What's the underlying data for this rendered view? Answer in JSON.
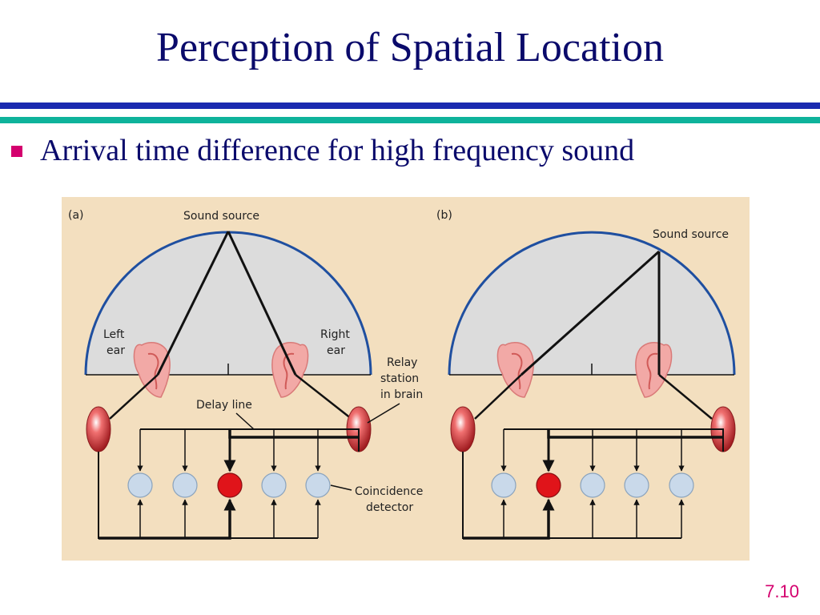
{
  "slide": {
    "title": "Perception of Spatial Location",
    "bullet": "Arrival time difference for high frequency sound",
    "page_number": "7.10"
  },
  "figure": {
    "panel_a": {
      "label": "(a)",
      "sound_source": "Sound source",
      "left_ear_1": "Left",
      "left_ear_2": "ear",
      "right_ear_1": "Right",
      "right_ear_2": "ear",
      "relay_1": "Relay",
      "relay_2": "station",
      "relay_3": "in brain",
      "delay_line": "Delay line",
      "detector_1": "Coincidence",
      "detector_2": "detector",
      "active_detector_index": 2
    },
    "panel_b": {
      "label": "(b)",
      "sound_source": "Sound source",
      "active_detector_index": 1
    },
    "colors": {
      "background": "#f3dfbf",
      "dome_fill": "#dcdcdc",
      "dome_stroke": "#1f4fa0",
      "detector_idle": "#c9d9ea",
      "detector_active": "#e0141a",
      "relay": "#c0282c",
      "ear": "#f2a9a6",
      "title": "#0a0a6b",
      "accent": "#d4006e"
    }
  }
}
